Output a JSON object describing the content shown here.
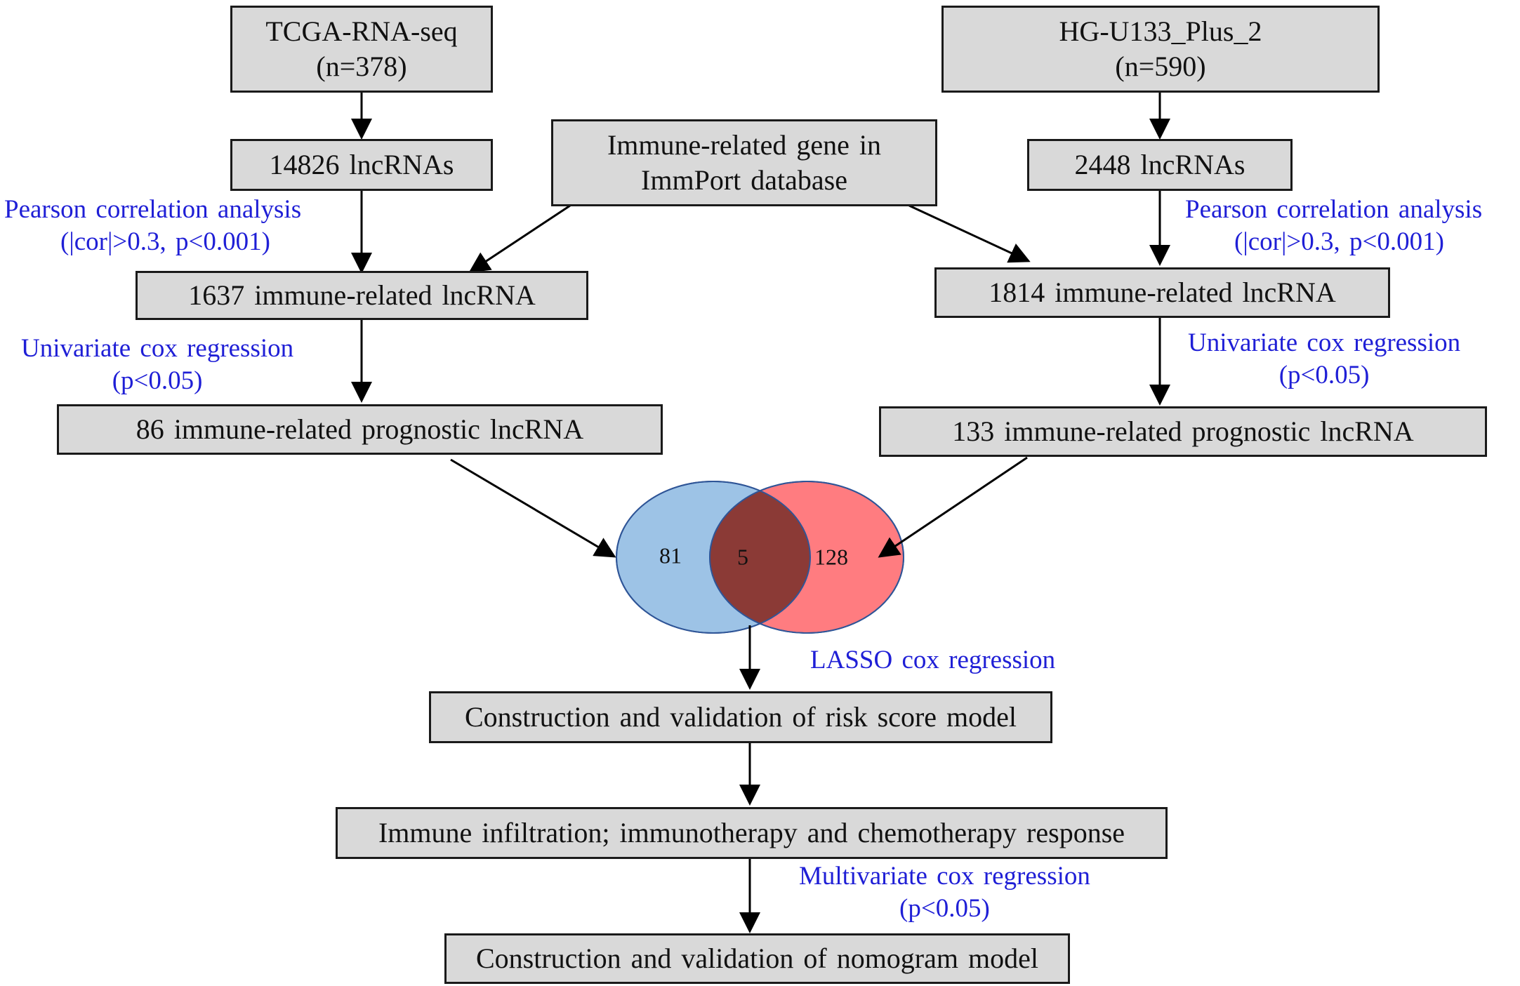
{
  "colors": {
    "box_fill": "#d9d9d9",
    "box_border": "#1a1a1a",
    "annotation_text": "#1f1fd6",
    "venn_left": "#9dc3e6",
    "venn_right": "#ff7c80",
    "venn_overlap": "#8b3a36"
  },
  "left_branch": {
    "source": {
      "line1": "TCGA-RNA-seq",
      "line2": "(n=378)"
    },
    "lncrnas": "14826 lncRNAs",
    "pearson": {
      "line1": "Pearson correlation analysis",
      "line2": "(|cor|>0.3, p<0.001)"
    },
    "immune_lncrna": "1637 immune-related lncRNA",
    "univariate": {
      "line1": "Univariate cox regression",
      "line2": "(p<0.05)"
    },
    "prognostic": "86 immune-related prognostic lncRNA"
  },
  "right_branch": {
    "source": {
      "line1": "HG-U133_Plus_2",
      "line2": "(n=590)"
    },
    "lncrnas": "2448 lncRNAs",
    "pearson": {
      "line1": "Pearson correlation analysis",
      "line2": "(|cor|>0.3, p<0.001)"
    },
    "immune_lncrna": "1814 immune-related lncRNA",
    "univariate": {
      "line1": "Univariate cox regression",
      "line2": "(p<0.05)"
    },
    "prognostic": "133 immune-related prognostic lncRNA"
  },
  "immport": {
    "line1": "Immune-related gene in",
    "line2": "ImmPort database"
  },
  "venn": {
    "left_only": "81",
    "overlap": "5",
    "right_only": "128"
  },
  "lasso": "LASSO cox regression",
  "risk_model": "Construction and validation of risk score model",
  "immune_infiltration": "Immune infiltration; immunotherapy and chemotherapy response",
  "multivariate": {
    "line1": "Multivariate cox regression",
    "line2": "(p<0.05)"
  },
  "nomogram": "Construction and validation of nomogram model"
}
